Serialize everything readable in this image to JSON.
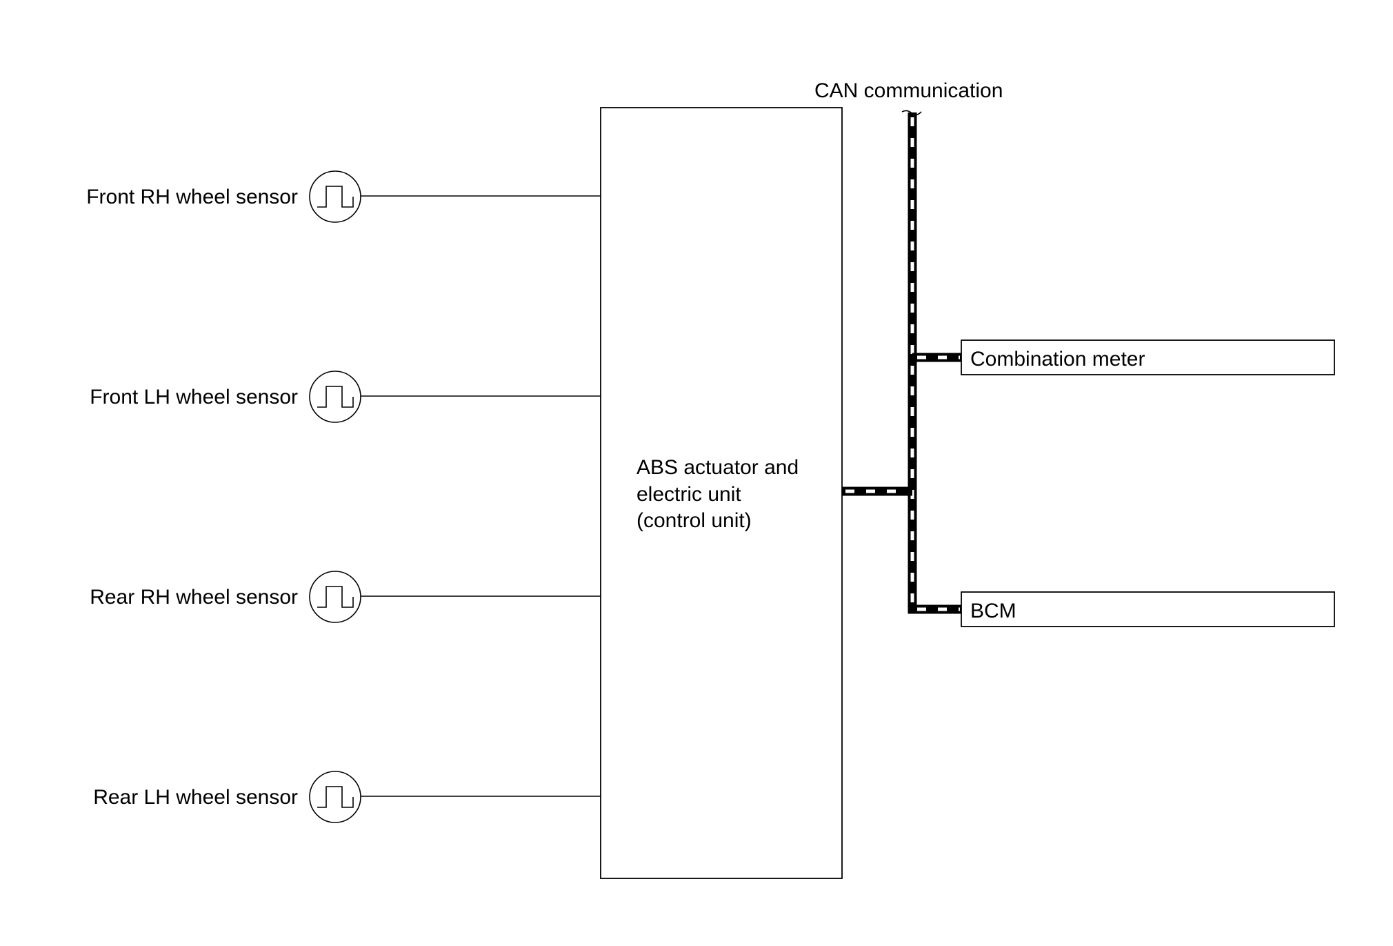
{
  "sensors": [
    {
      "label": "Front RH wheel sensor",
      "icon": "square-wave-icon"
    },
    {
      "label": "Front LH wheel sensor",
      "icon": "square-wave-icon"
    },
    {
      "label": "Rear RH wheel sensor",
      "icon": "square-wave-icon"
    },
    {
      "label": "Rear LH wheel sensor",
      "icon": "square-wave-icon"
    }
  ],
  "control_unit": {
    "line1": "ABS actuator and",
    "line2": "electric unit",
    "line3": "(control unit)"
  },
  "can": {
    "label": "CAN communication"
  },
  "modules": [
    {
      "label": "Combination meter"
    },
    {
      "label": "BCM"
    }
  ]
}
